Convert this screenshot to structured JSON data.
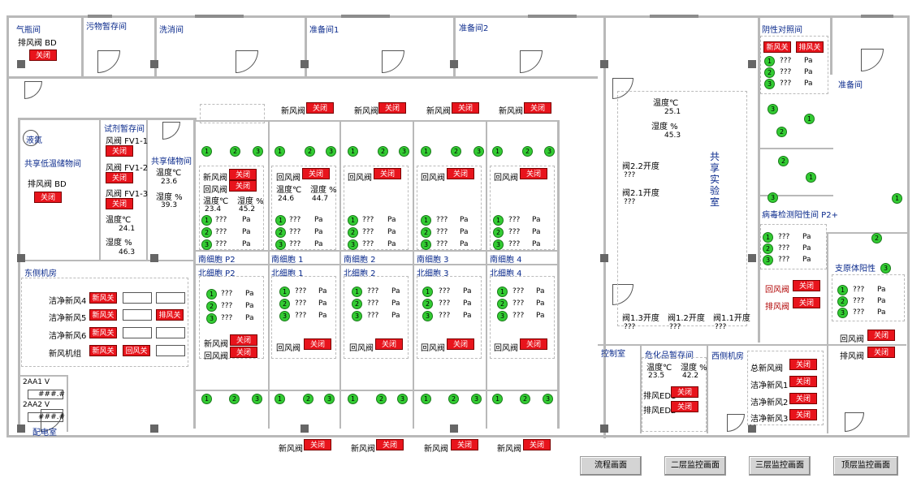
{
  "rooms": {
    "gas_cylinder": "气瓶间",
    "waste_temp": "污物暂存间",
    "wash": "洗消间",
    "prep1": "准备间1",
    "prep2": "准备间2",
    "neg_control": "阴性对照间",
    "prep": "准备间",
    "liquid_nitrogen": "液氮",
    "shared_low_temp": "共享低温储物间",
    "reagent_temp": "试剂暂存间",
    "shared_storage": "共享储物间",
    "east_machine": "东侧机房",
    "west_machine": "西侧机房",
    "control_room": "控制室",
    "power_room": "配电室",
    "hazmat_temp": "危化品暂存间",
    "virus_positive": "病毒检测阳性间 P2+",
    "mycoplasma_positive": "支原体阳性",
    "shared_lab": "共享实验室"
  },
  "labels": {
    "exhaust_bd": "排风阀 BD",
    "fresh_valve": "新风阀",
    "return_valve": "回风阀",
    "exhaust_valve": "排风阀",
    "temp": "温度℃",
    "humidity": "湿度 %",
    "pa": "Pa",
    "unknown": "???",
    "total_fresh": "总新风阀",
    "clean_fresh1": "洁净新风1",
    "clean_fresh2": "洁净新风2",
    "clean_fresh3": "洁净新风3",
    "clean_fresh4": "洁净新风4",
    "clean_fresh5": "洁净新风5",
    "clean_fresh6": "洁净新风6",
    "fresh_unit": "新风机组",
    "exhaust_ed1": "排风ED1",
    "exhaust_ed2": "排风ED2",
    "fv1_1": "风阀 FV1-1",
    "fv1_2": "风阀 FV1-2",
    "fv1_3": "风阀 FV1-3",
    "valve22": "阀2.2开度",
    "valve21": "阀2.1开度",
    "valve13": "阀1.3开度",
    "valve12": "阀1.2开度",
    "valve11": "阀1.1开度",
    "aa1": "2AA1  V",
    "aa2": "2AA2  V",
    "hash": "###.#"
  },
  "states": {
    "closed": "关闭",
    "fresh_off": "新风关",
    "return_off": "回风关",
    "exhaust_off": "排风关"
  },
  "cells": {
    "south": [
      "南细胞 P2",
      "南细胞 1",
      "南细胞 2",
      "南细胞 3",
      "南细胞 4"
    ],
    "north": [
      "北细胞 P2",
      "北细胞 1",
      "北细胞 2",
      "北细胞 3",
      "北细胞 4"
    ]
  },
  "readings": {
    "reagent_temp_val": "24.1",
    "reagent_hum_val": "46.3",
    "shared_storage_temp": "23.6",
    "shared_storage_hum": "39.3",
    "p2_temp": "23.4",
    "p2_hum": "45.2",
    "cell1_temp": "24.6",
    "cell1_hum": "44.7",
    "lab_temp": "25.1",
    "lab_hum": "45.3",
    "hazmat_temp": "23.5",
    "hazmat_hum": "42.2"
  },
  "nav": {
    "flow": "流程画面",
    "floor2": "二层监控画面",
    "floor3": "三层监控画面",
    "top": "顶层监控画面"
  },
  "colors": {
    "valve_closed": "#e8141c",
    "sensor_ok": "#33cc33",
    "room_label": "#0a2a8c"
  }
}
